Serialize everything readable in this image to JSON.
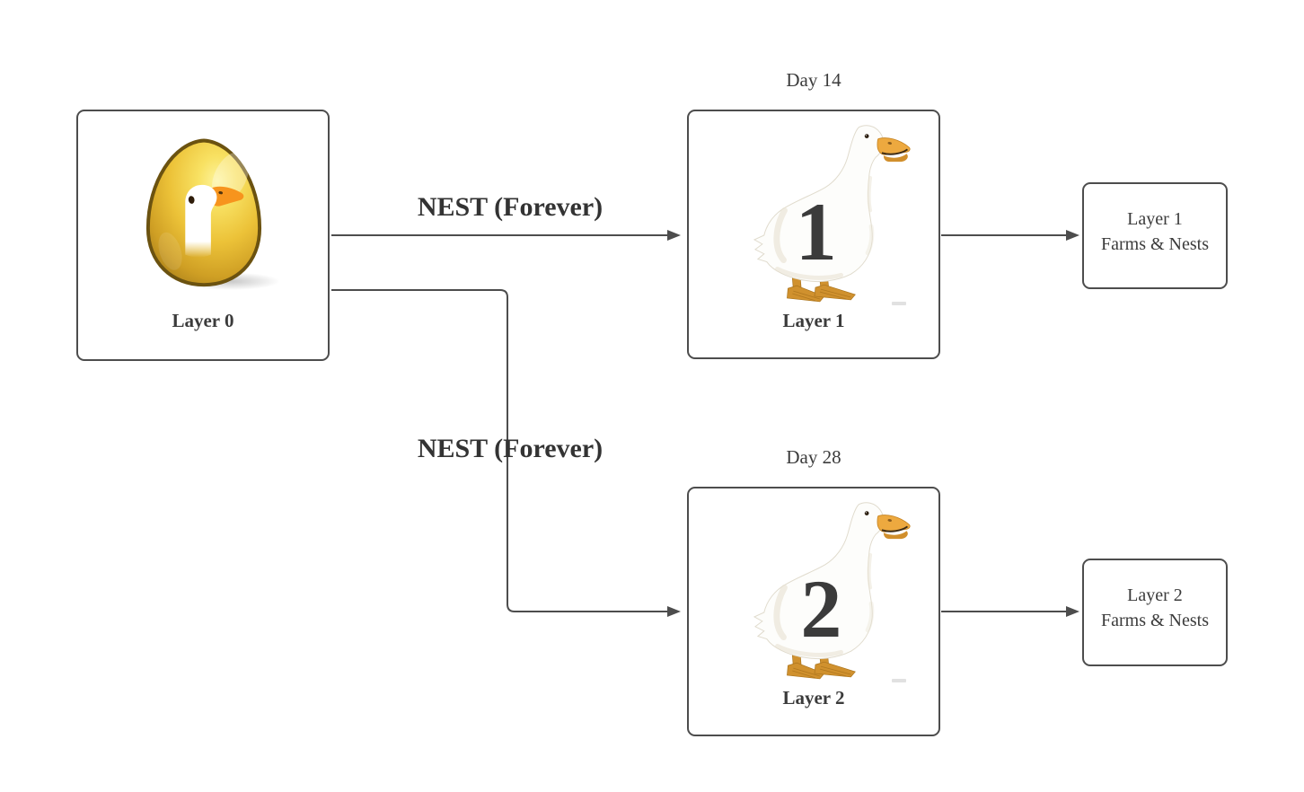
{
  "nodes": {
    "layer0": {
      "label": "Layer 0",
      "icon": "golden-egg-goose-icon"
    },
    "layer1": {
      "day_label": "Day 14",
      "number": "1",
      "label": "Layer 1",
      "icon": "white-duck-icon"
    },
    "layer2": {
      "day_label": "Day 28",
      "number": "2",
      "label": "Layer 2",
      "icon": "white-duck-icon"
    },
    "farms1": {
      "line1": "Layer 1",
      "line2": "Farms & Nests"
    },
    "farms2": {
      "line1": "Layer 2",
      "line2": "Farms & Nests"
    }
  },
  "edges": [
    {
      "from": "layer0",
      "to": "layer1",
      "label": "NEST (Forever)"
    },
    {
      "from": "layer0",
      "to": "layer2",
      "label": "NEST (Forever)"
    },
    {
      "from": "layer1",
      "to": "farms1"
    },
    {
      "from": "layer2",
      "to": "farms2"
    }
  ],
  "colors": {
    "background": "#ffffff",
    "connector_stroke": "#4d4d4d",
    "text": "#3b3b3b",
    "egg_gold": "#eec73d",
    "egg_outline": "#6b5210",
    "goose_beak_orange": "#f7941d",
    "duck_bill_orange": "#eda93f",
    "duck_feet_orange": "#d0912e"
  }
}
